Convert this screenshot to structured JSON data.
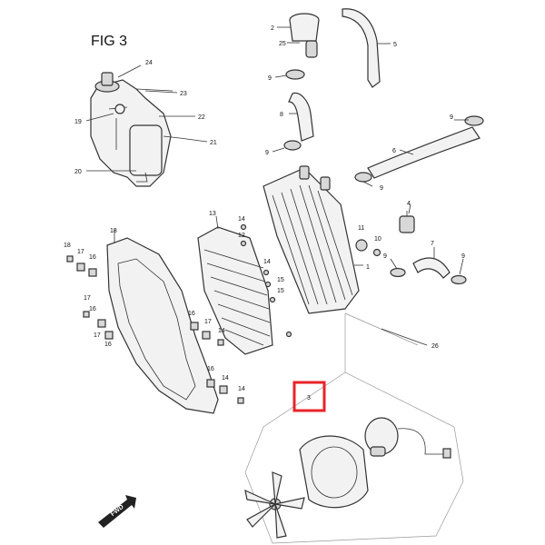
{
  "figure": {
    "title": "FIG 3",
    "forward_label": "FWD"
  },
  "highlight": {
    "label": "3"
  },
  "callouts": {
    "c24": "24",
    "c23": "23",
    "c22": "22",
    "c21": "21",
    "c20": "20",
    "c19": "19",
    "c2": "2",
    "c25": "25",
    "c5": "5",
    "c9a": "9",
    "c8": "8",
    "c9b": "9",
    "c9c": "9",
    "c6": "6",
    "c9d": "9",
    "c4": "4",
    "c1": "1",
    "c11": "11",
    "c10": "10",
    "c9e": "9",
    "c7": "7",
    "c9f": "9",
    "c13": "13",
    "c14a": "14",
    "c12": "12",
    "c18a": "18",
    "c17a": "17",
    "c16a": "16",
    "c14b": "14",
    "c15a": "15",
    "c15b": "15",
    "c14c": "14",
    "c18b": "18",
    "c16b": "16",
    "c16c": "16",
    "c17b": "17",
    "c17c": "17",
    "c16d": "16",
    "c14d": "14",
    "c16e": "16",
    "c17d": "17",
    "c14e": "14",
    "c26": "26"
  }
}
